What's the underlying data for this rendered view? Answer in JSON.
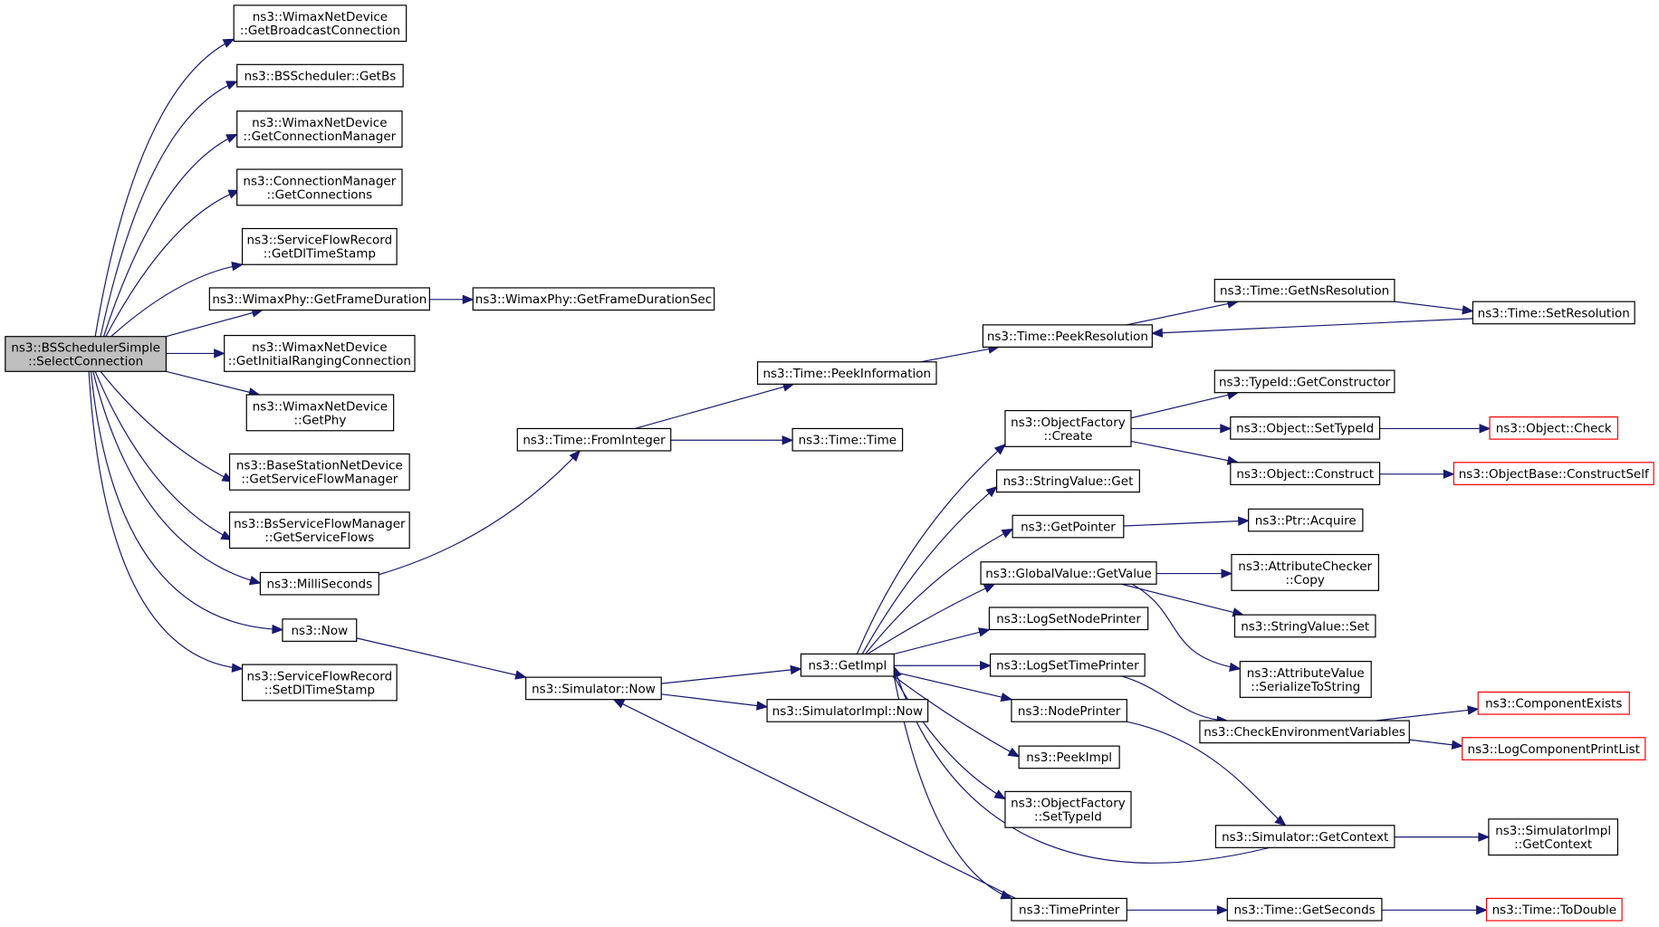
{
  "graph": {
    "nodes": {
      "root": {
        "lines": [
          "ns3::BSSchedulerSimple",
          "::SelectConnection"
        ]
      },
      "getBroadcastConnection": {
        "lines": [
          "ns3::WimaxNetDevice",
          "::GetBroadcastConnection"
        ]
      },
      "getBs": {
        "lines": [
          "ns3::BSScheduler::GetBs"
        ]
      },
      "getConnectionManager": {
        "lines": [
          "ns3::WimaxNetDevice",
          "::GetConnectionManager"
        ]
      },
      "getConnections": {
        "lines": [
          "ns3::ConnectionManager",
          "::GetConnections"
        ]
      },
      "getDlTimeStamp": {
        "lines": [
          "ns3::ServiceFlowRecord",
          "::GetDlTimeStamp"
        ]
      },
      "getFrameDuration": {
        "lines": [
          "ns3::WimaxPhy::GetFrameDuration"
        ]
      },
      "getFrameDurationSec": {
        "lines": [
          "ns3::WimaxPhy::GetFrameDurationSec"
        ]
      },
      "getInitialRanging": {
        "lines": [
          "ns3::WimaxNetDevice",
          "::GetInitialRangingConnection"
        ]
      },
      "getPhy": {
        "lines": [
          "ns3::WimaxNetDevice",
          "::GetPhy"
        ]
      },
      "getServiceFlowManager": {
        "lines": [
          "ns3::BaseStationNetDevice",
          "::GetServiceFlowManager"
        ]
      },
      "getServiceFlows": {
        "lines": [
          "ns3::BsServiceFlowManager",
          "::GetServiceFlows"
        ]
      },
      "milliSeconds": {
        "lines": [
          "ns3::MilliSeconds"
        ]
      },
      "now": {
        "lines": [
          "ns3::Now"
        ]
      },
      "setDlTimeStamp": {
        "lines": [
          "ns3::ServiceFlowRecord",
          "::SetDlTimeStamp"
        ]
      },
      "fromInteger": {
        "lines": [
          "ns3::Time::FromInteger"
        ]
      },
      "peekInformation": {
        "lines": [
          "ns3::Time::PeekInformation"
        ]
      },
      "timeTime": {
        "lines": [
          "ns3::Time::Time"
        ]
      },
      "peekResolution": {
        "lines": [
          "ns3::Time::PeekResolution"
        ]
      },
      "getNsResolution": {
        "lines": [
          "ns3::Time::GetNsResolution"
        ]
      },
      "setResolution": {
        "lines": [
          "ns3::Time::SetResolution"
        ]
      },
      "simulatorNow": {
        "lines": [
          "ns3::Simulator::Now"
        ]
      },
      "getImpl": {
        "lines": [
          "ns3::GetImpl"
        ]
      },
      "simulatorImplNow": {
        "lines": [
          "ns3::SimulatorImpl::Now"
        ]
      },
      "objectFactoryCreate": {
        "lines": [
          "ns3::ObjectFactory",
          "::Create"
        ]
      },
      "stringValueGet": {
        "lines": [
          "ns3::StringValue::Get"
        ]
      },
      "getPointer": {
        "lines": [
          "ns3::GetPointer"
        ]
      },
      "globalValueGetValue": {
        "lines": [
          "ns3::GlobalValue::GetValue"
        ]
      },
      "logSetNodePrinter": {
        "lines": [
          "ns3::LogSetNodePrinter"
        ]
      },
      "logSetTimePrinter": {
        "lines": [
          "ns3::LogSetTimePrinter"
        ]
      },
      "nodePrinter": {
        "lines": [
          "ns3::NodePrinter"
        ]
      },
      "peekImpl": {
        "lines": [
          "ns3::PeekImpl"
        ]
      },
      "objectFactorySetTypeId": {
        "lines": [
          "ns3::ObjectFactory",
          "::SetTypeId"
        ]
      },
      "timePrinter": {
        "lines": [
          "ns3::TimePrinter"
        ]
      },
      "typeIdGetConstructor": {
        "lines": [
          "ns3::TypeId::GetConstructor"
        ]
      },
      "objectSetTypeId": {
        "lines": [
          "ns3::Object::SetTypeId"
        ]
      },
      "objectConstruct": {
        "lines": [
          "ns3::Object::Construct"
        ]
      },
      "objectCheck": {
        "lines": [
          "ns3::Object::Check"
        ]
      },
      "constructSelf": {
        "lines": [
          "ns3::ObjectBase::ConstructSelf"
        ]
      },
      "ptrAcquire": {
        "lines": [
          "ns3::Ptr::Acquire"
        ]
      },
      "attributeCheckerCopy": {
        "lines": [
          "ns3::AttributeChecker",
          "::Copy"
        ]
      },
      "stringValueSet": {
        "lines": [
          "ns3::StringValue::Set"
        ]
      },
      "attributeValueSerialize": {
        "lines": [
          "ns3::AttributeValue",
          "::SerializeToString"
        ]
      },
      "checkEnvVars": {
        "lines": [
          "ns3::CheckEnvironmentVariables"
        ]
      },
      "componentExists": {
        "lines": [
          "ns3::ComponentExists"
        ]
      },
      "logComponentPrintList": {
        "lines": [
          "ns3::LogComponentPrintList"
        ]
      },
      "simulatorGetContext": {
        "lines": [
          "ns3::Simulator::GetContext"
        ]
      },
      "simulatorImplGetContext": {
        "lines": [
          "ns3::SimulatorImpl",
          "::GetContext"
        ]
      },
      "timeGetSeconds": {
        "lines": [
          "ns3::Time::GetSeconds"
        ]
      },
      "timeToDouble": {
        "lines": [
          "ns3::Time::ToDouble"
        ]
      }
    },
    "colors": {
      "edge": "#191970",
      "root_fill": "#bfbfbf",
      "truncated_border": "#ff0000",
      "border": "#000000"
    }
  }
}
